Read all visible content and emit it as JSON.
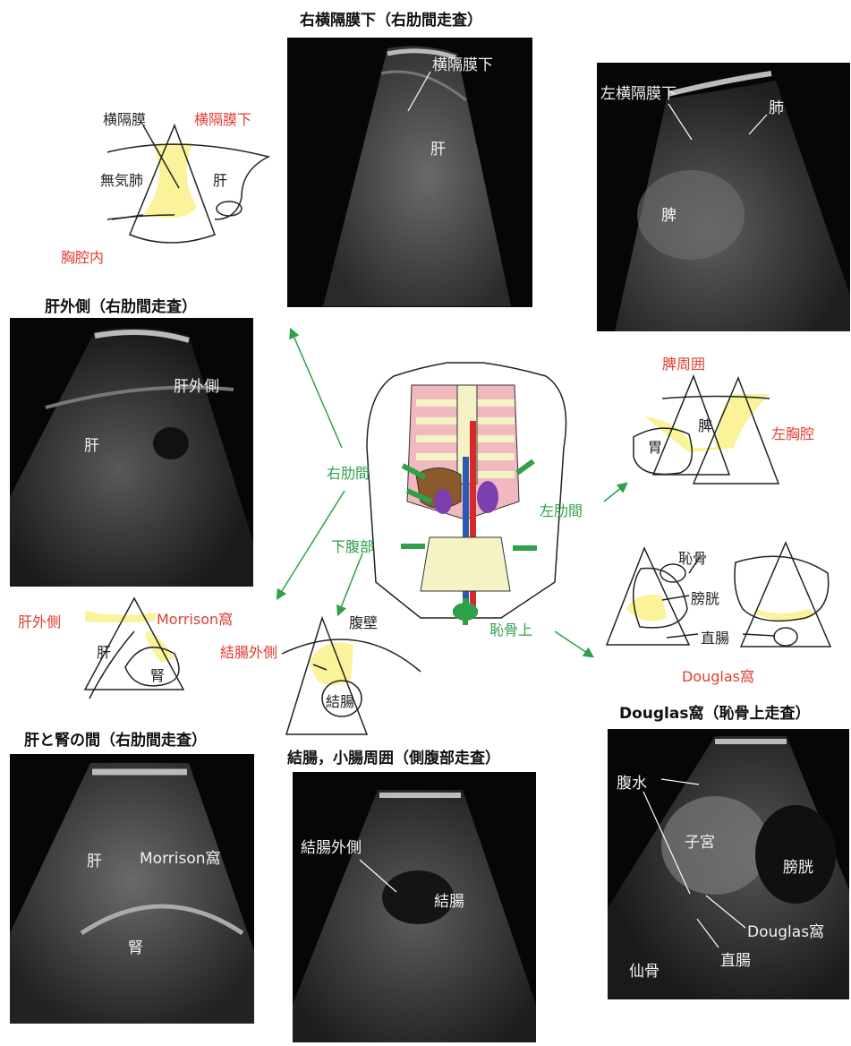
{
  "titles": {
    "right_subphrenic": "右横隔膜下（右肋間走査）",
    "liver_lateral": "肝外側（右肋間走査）",
    "liver_kidney": "肝と腎の間（右肋間走査）",
    "colon": "結腸，小腸周囲（側腹部走査）",
    "douglas": "Douglas窩（恥骨上走査）"
  },
  "ultrasound": {
    "right_subphrenic": {
      "subphrenic": "横隔膜下",
      "liver": "肝"
    },
    "left_subphrenic": {
      "subphrenic": "左横隔膜下",
      "lung": "肺",
      "spleen": "脾"
    },
    "liver_lateral": {
      "lateral": "肝外側",
      "liver": "肝"
    },
    "liver_kidney": {
      "liver": "肝",
      "morrison": "Morrison窩",
      "kidney": "腎"
    },
    "colon": {
      "lateral": "結腸外側",
      "colon": "結腸"
    },
    "douglas": {
      "ascites": "腹水",
      "uterus": "子宮",
      "bladder": "膀胱",
      "douglas": "Douglas窩",
      "rectum": "直腸",
      "sacrum": "仙骨"
    }
  },
  "diagrams": {
    "chest": {
      "diaphragm": "横隔膜",
      "subphrenic": "横隔膜下",
      "atelectasis": "無気肺",
      "liver": "肝",
      "intrathoracic": "胸腔内"
    },
    "spleen": {
      "around": "脾周囲",
      "spleen": "脾",
      "stomach": "胃",
      "left_thorax": "左胸腔"
    },
    "pelvis": {
      "pubis": "恥骨",
      "bladder": "膀胱",
      "rectum": "直腸",
      "douglas": "Douglas窩"
    },
    "morrison": {
      "liver_lateral": "肝外側",
      "morrison": "Morrison窩",
      "liver": "肝",
      "kidney": "腎"
    },
    "colon": {
      "wall": "腹壁",
      "lateral": "結腸外側",
      "colon": "結腸"
    }
  },
  "probe_sites": {
    "right_intercostal": "右肋間",
    "left_intercostal": "左肋間",
    "lower_abdomen": "下腹部",
    "suprapubic": "恥骨上"
  },
  "colors": {
    "accent_red": "#e03c31",
    "probe_green": "#2fa04a",
    "fluid_yellow": "#fbf39a"
  }
}
